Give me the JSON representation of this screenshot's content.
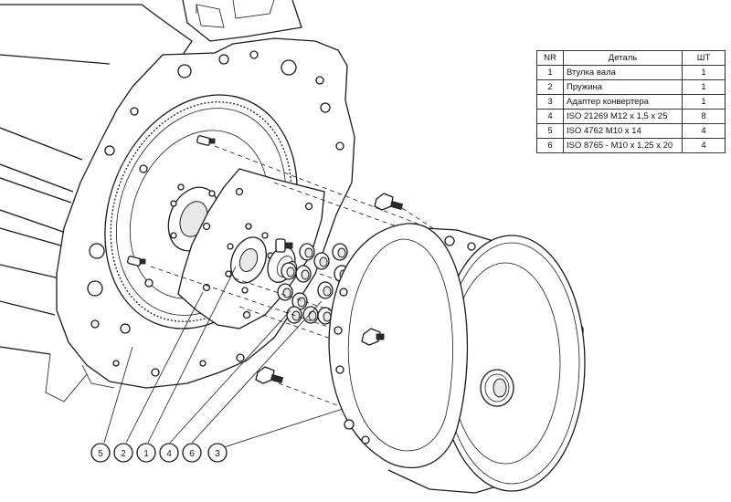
{
  "table": {
    "headers": {
      "nr": "NR",
      "part": "Деталь",
      "qty": "ШТ"
    },
    "rows": [
      {
        "nr": "1",
        "part": "Втулка вала",
        "qty": "1"
      },
      {
        "nr": "2",
        "part": "Пружина",
        "qty": "1"
      },
      {
        "nr": "3",
        "part": "Адаптер конвертера",
        "qty": "1"
      },
      {
        "nr": "4",
        "part": "ISO 21269 M12 x 1,5 x 25",
        "qty": "8"
      },
      {
        "nr": "5",
        "part": "ISO 4762 M10 x 14",
        "qty": "4"
      },
      {
        "nr": "6",
        "part": "ISO 8765 - M10 x 1,25 x 20",
        "qty": "4"
      }
    ]
  },
  "callouts": [
    "5",
    "2",
    "1",
    "4",
    "6",
    "3"
  ]
}
